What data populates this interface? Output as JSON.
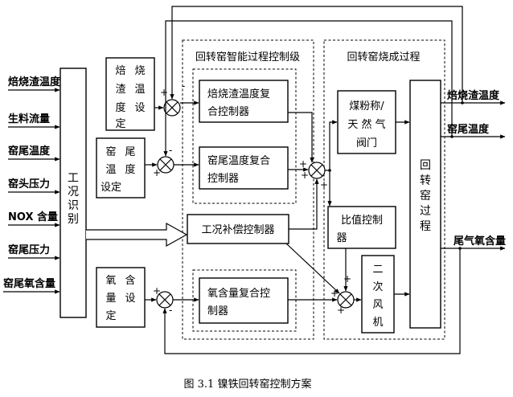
{
  "caption": "图 3.1  镍铁回转窑控制方案",
  "inputs": [
    "焙烧渣温度",
    "生料流量",
    "窑尾温度",
    "窑头压力",
    "NOX 含量",
    "窑尾压力",
    "窑尾氧含量"
  ],
  "outputs": [
    "焙烧渣温度",
    "窑尾温度",
    "尾气氧含量"
  ],
  "identification": [
    "工",
    "况",
    "识",
    "别"
  ],
  "setpoints": {
    "slag_temp": [
      "焙",
      "烧",
      "渣",
      "温",
      "度",
      "设",
      "定"
    ],
    "kiln_tail_temp": [
      "窑",
      "尾",
      "温",
      "度",
      "设定"
    ],
    "oxygen": [
      "氧",
      "含",
      "量",
      "设",
      "定"
    ]
  },
  "groups": {
    "intelligent": "回转窑智能过程控制级",
    "process": "回转窑烧成过程"
  },
  "controllers": {
    "slag_temp": [
      "焙烧渣温度复",
      "合控制器"
    ],
    "kiln_tail_temp": [
      "窑尾温度复合",
      "控制器"
    ],
    "compensation": "工况补偿控制器",
    "oxygen": [
      "氧含量复合控",
      "制器"
    ]
  },
  "process_blocks": {
    "fuel": [
      "煤粉称/",
      "天 然 气",
      "阀门"
    ],
    "ratio": [
      "比值控制",
      "器"
    ],
    "air": [
      "二",
      "次",
      "风",
      "机"
    ],
    "kiln": [
      "回",
      "转",
      "窑",
      "过",
      "程"
    ]
  },
  "signs": {
    "plus": "+",
    "minus": "-"
  }
}
